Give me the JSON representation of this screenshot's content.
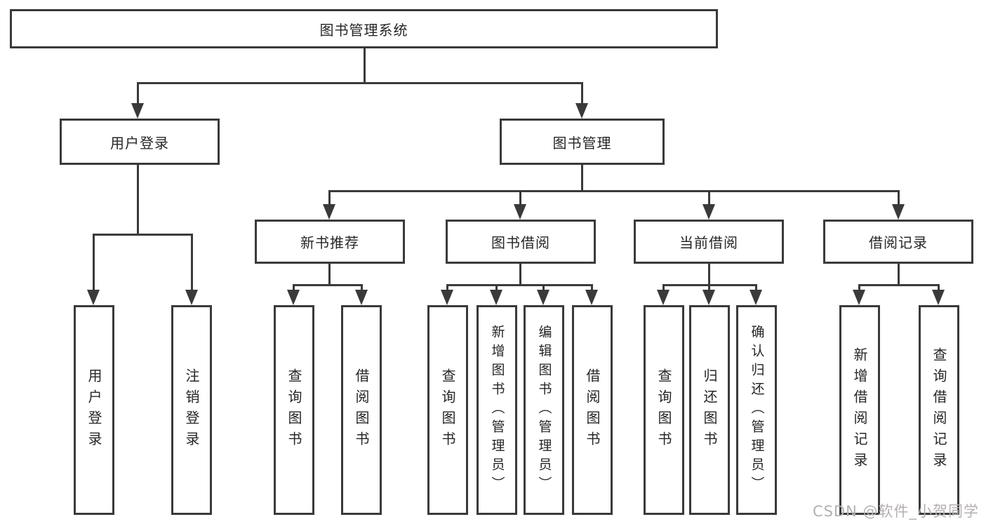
{
  "diagram": {
    "type": "hierarchy-tree",
    "language": "zh-CN",
    "levels": 4
  },
  "nodes": {
    "root": {
      "label": "图书管理系统"
    },
    "user_login": {
      "label": "用户登录"
    },
    "book_management": {
      "label": "图书管理"
    },
    "new_book_recommend": {
      "label": "新书推荐"
    },
    "book_borrowing": {
      "label": "图书借阅"
    },
    "current_borrowing": {
      "label": "当前借阅"
    },
    "borrow_records": {
      "label": "借阅记录"
    },
    "leaf_user_login": {
      "label": "用户登录"
    },
    "leaf_logout": {
      "label": "注销登录"
    },
    "rec_query_books": {
      "label": "查询图书"
    },
    "rec_borrow_books": {
      "label": "借阅图书"
    },
    "bor_query_books": {
      "label": "查询图书"
    },
    "bor_add_books_admin": {
      "label": "新增图书（管理员）"
    },
    "bor_edit_books_admin": {
      "label": "编辑图书（管理员）"
    },
    "bor_borrow_books": {
      "label": "借阅图书"
    },
    "cur_query_books": {
      "label": "查询图书"
    },
    "cur_return_books": {
      "label": "归还图书"
    },
    "cur_confirm_return_admin": {
      "label": "确认归还（管理员）"
    },
    "recd_add_record": {
      "label": "新增借阅记录"
    },
    "recd_query_record": {
      "label": "查询借阅记录"
    }
  },
  "hierarchy": {
    "root": [
      "user_login",
      "book_management"
    ],
    "user_login": [
      "leaf_user_login",
      "leaf_logout"
    ],
    "book_management": [
      "new_book_recommend",
      "book_borrowing",
      "current_borrowing",
      "borrow_records"
    ],
    "new_book_recommend": [
      "rec_query_books",
      "rec_borrow_books"
    ],
    "book_borrowing": [
      "bor_query_books",
      "bor_add_books_admin",
      "bor_edit_books_admin",
      "bor_borrow_books"
    ],
    "current_borrowing": [
      "cur_query_books",
      "cur_return_books",
      "cur_confirm_return_admin"
    ],
    "borrow_records": [
      "recd_add_record",
      "recd_query_record"
    ]
  },
  "watermark": {
    "text": "CSDN @软件_小贺同学"
  },
  "colors": {
    "line": "#3a3a3a",
    "text": "#262626",
    "box_bg": "#ffffff",
    "watermark": "#b5b0b0"
  }
}
